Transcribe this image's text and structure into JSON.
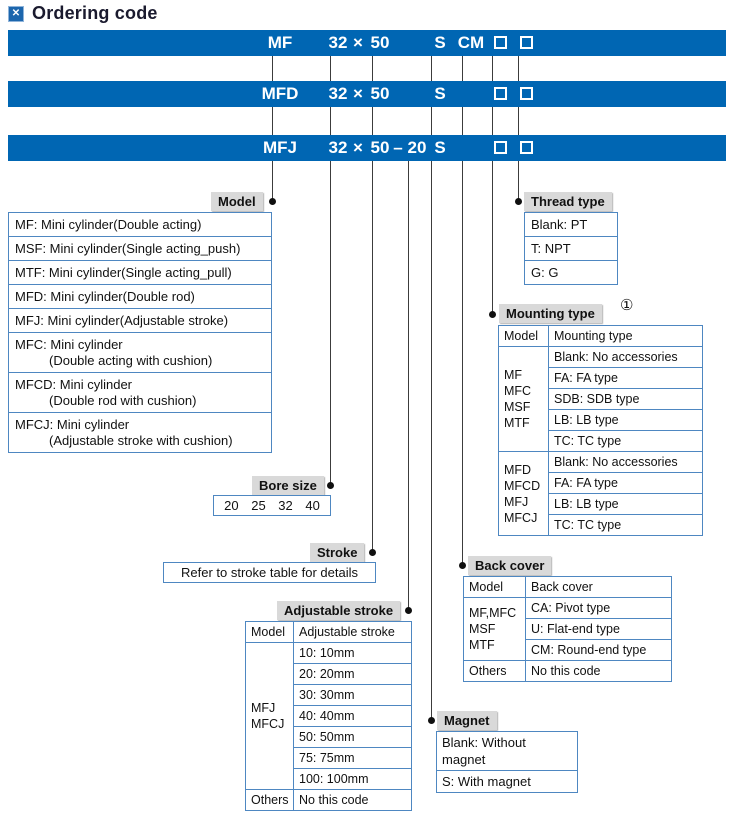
{
  "header": {
    "title": "Ordering code",
    "icon": "✕"
  },
  "bars": [
    {
      "model": "MF",
      "bore": "32",
      "times": "×",
      "stroke": "50",
      "magnet": "S",
      "back": "CM"
    },
    {
      "model": "MFD",
      "bore": "32",
      "times": "×",
      "stroke": "50",
      "magnet": "S"
    },
    {
      "model": "MFJ",
      "bore": "32",
      "times": "×",
      "stroke": "50",
      "dash": "–",
      "adj": "20",
      "magnet": "S"
    }
  ],
  "model_section": {
    "label": "Model",
    "rows": [
      {
        "main": "MF: Mini cylinder(Double acting)"
      },
      {
        "main": "MSF: Mini cylinder(Single acting_push)"
      },
      {
        "main": "MTF: Mini cylinder(Single acting_pull)"
      },
      {
        "main": "MFD: Mini cylinder(Double rod)"
      },
      {
        "main": "MFJ: Mini cylinder(Adjustable stroke)"
      },
      {
        "main": "MFC: Mini cylinder",
        "sub": "(Double acting with cushion)"
      },
      {
        "main": "MFCD: Mini cylinder",
        "sub": "(Double rod with cushion)"
      },
      {
        "main": "MFCJ: Mini cylinder",
        "sub": "(Adjustable stroke with cushion)"
      }
    ]
  },
  "thread_section": {
    "label": "Thread type",
    "rows": [
      "Blank: PT",
      "T: NPT",
      "G: G"
    ]
  },
  "mounting_section": {
    "label": "Mounting type",
    "note": "①",
    "col_model": "Model",
    "col_type": "Mounting type",
    "group1_models": [
      "MF",
      "MFC",
      "MSF",
      "MTF"
    ],
    "group1_options": [
      "Blank: No accessories",
      "FA: FA type",
      "SDB: SDB type",
      "LB: LB type",
      "TC: TC type"
    ],
    "group2_models": [
      "MFD",
      "MFCD",
      "MFJ",
      "MFCJ"
    ],
    "group2_options": [
      "Blank: No accessories",
      "FA: FA type",
      "LB: LB type",
      "TC: TC type"
    ]
  },
  "bore_section": {
    "label": "Bore size",
    "value": "20 25 32 40"
  },
  "stroke_section": {
    "label": "Stroke",
    "value": "Refer to stroke table for details"
  },
  "adjustable_section": {
    "label": "Adjustable stroke",
    "col_model": "Model",
    "col_type": "Adjustable stroke",
    "group_models": [
      "MFJ",
      "MFCJ"
    ],
    "options": [
      "10: 10mm",
      "20: 20mm",
      "30: 30mm",
      "40: 40mm",
      "50: 50mm",
      "75: 75mm",
      "100: 100mm"
    ],
    "others_label": "Others",
    "others_value": "No this code"
  },
  "back_section": {
    "label": "Back cover",
    "col_model": "Model",
    "col_type": "Back cover",
    "group_models": [
      "MF,MFC",
      "MSF",
      "MTF"
    ],
    "options": [
      "CA: Pivot type",
      "U: Flat-end type",
      "CM: Round-end type"
    ],
    "others_label": "Others",
    "others_value": "No this code"
  },
  "magnet_section": {
    "label": "Magnet",
    "rows": [
      "Blank: Without magnet",
      "S: With magnet"
    ]
  }
}
